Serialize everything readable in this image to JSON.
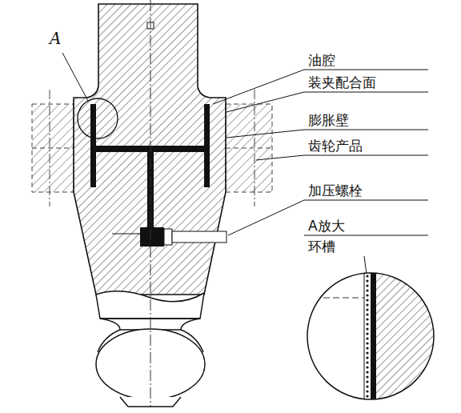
{
  "diagram": {
    "labels": [
      "A",
      "油腔",
      "装夹配合面",
      "膨胀壁",
      "齿轮产品",
      "加压螺栓",
      "A放大",
      "环槽"
    ]
  }
}
